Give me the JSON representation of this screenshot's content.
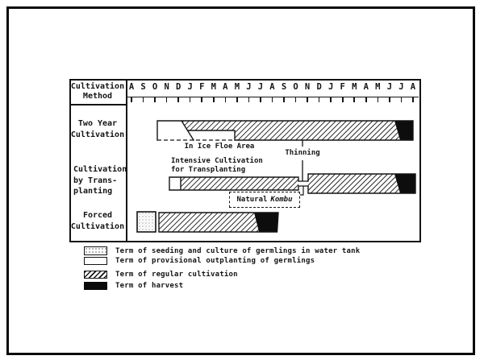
{
  "figure": {
    "header_col_title": "Cultivation\nMethod",
    "months": [
      "A",
      "S",
      "O",
      "N",
      "D",
      "J",
      "F",
      "M",
      "A",
      "M",
      "J",
      "J",
      "A",
      "S",
      "O",
      "N",
      "D",
      "J",
      "F",
      "M",
      "A",
      "M",
      "J",
      "J",
      "A"
    ],
    "rows": [
      {
        "label": "Two Year\nCultivation"
      },
      {
        "label": "Cultivation\nby Trans-\nplanting"
      },
      {
        "label": "Forced\nCultivation"
      }
    ],
    "annotations": {
      "ice_floe": "In Ice Floe Area",
      "thinning": "Thinning",
      "intensive": "Intensive Cultivation\nfor Transplanting",
      "natural": "Natural",
      "kombu": "Kombu"
    },
    "legend": [
      {
        "key": "seeding",
        "label": "Term of seeding and culture of germlings in water tank"
      },
      {
        "key": "outplanting",
        "label": "Term of provisional outplanting of germlings"
      },
      {
        "key": "regular",
        "label": "Term of regular cultivation"
      },
      {
        "key": "harvest",
        "label": "Term of harvest"
      }
    ]
  },
  "colors": {
    "ink": "#141414",
    "paper": "#ffffff",
    "harvest_fill": "#0d0d0d"
  },
  "chart_data": {
    "type": "bar",
    "subtype": "gantt-timeline",
    "title": "",
    "x_axis": {
      "unit": "month",
      "tick_labels": [
        "A",
        "S",
        "O",
        "N",
        "D",
        "J",
        "F",
        "M",
        "A",
        "M",
        "J",
        "J",
        "A",
        "S",
        "O",
        "N",
        "D",
        "J",
        "F",
        "M",
        "A",
        "M",
        "J",
        "J",
        "A"
      ],
      "span": "August (year 1) through August (year 3), 25 monthly ticks"
    },
    "legend_entries": [
      "Term of seeding and culture of germlings in water tank",
      "Term of provisional outplanting of germlings",
      "Term of regular cultivation",
      "Term of harvest"
    ],
    "series": [
      {
        "name": "Two Year Cultivation",
        "segments": [
          {
            "phase": "provisional outplanting of germlings",
            "from": "Oct yr1",
            "to": "Dec yr1"
          },
          {
            "phase": "in ice floe area (outplanting strip)",
            "from": "Dec yr1",
            "to": "Apr yr2"
          },
          {
            "phase": "regular cultivation",
            "from": "Dec yr1",
            "to": "Jun yr3"
          },
          {
            "phase": "harvest",
            "from": "Jun yr3",
            "to": "Aug yr3"
          }
        ],
        "annotations": [
          "In Ice Floe Area",
          "Thinning (about Oct yr2)"
        ]
      },
      {
        "name": "Cultivation by Transplanting",
        "segments": [
          {
            "phase": "provisional outplanting of germlings",
            "from": "Nov yr1",
            "to": "Dec yr1"
          },
          {
            "phase": "regular cultivation (intensive cultivation for transplanting)",
            "from": "Dec yr1",
            "to": "Oct yr2"
          },
          {
            "phase": "thinning / transplanting junction",
            "from": "Oct yr2",
            "to": "Nov yr2"
          },
          {
            "phase": "regular cultivation",
            "from": "Nov yr2",
            "to": "Jun yr3"
          },
          {
            "phase": "harvest",
            "from": "Jun yr3",
            "to": "Aug yr3"
          }
        ],
        "annotations": [
          "Intensive Cultivation for Transplanting",
          "Natural Kombu",
          "Thinning"
        ]
      },
      {
        "name": "Forced Cultivation",
        "segments": [
          {
            "phase": "seeding and culture of germlings in water tank",
            "from": "Aug yr1",
            "to": "Oct yr1"
          },
          {
            "phase": "regular cultivation",
            "from": "Oct yr1",
            "to": "Jun yr2"
          },
          {
            "phase": "harvest",
            "from": "Jun yr2",
            "to": "Aug yr2"
          }
        ],
        "annotations": []
      }
    ]
  }
}
